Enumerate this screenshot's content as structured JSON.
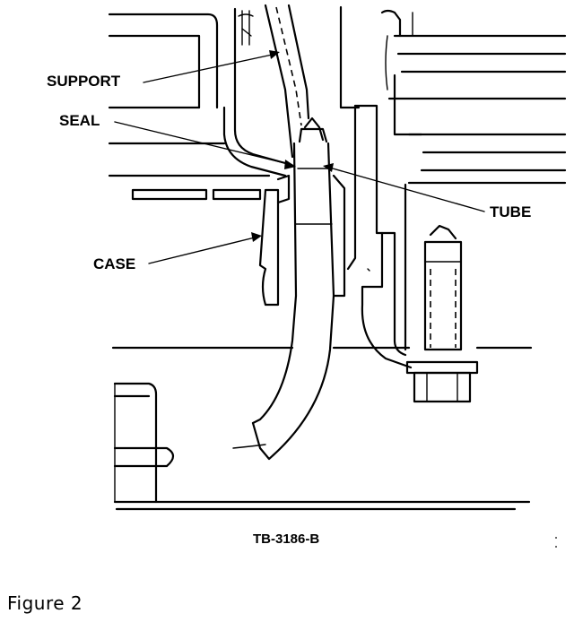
{
  "figure": {
    "callouts": {
      "support": "SUPPORT",
      "seal": "SEAL",
      "tube": "TUBE",
      "case": "CASE"
    },
    "reference_code": "TB-3186-B"
  },
  "caption": "Figure 2"
}
